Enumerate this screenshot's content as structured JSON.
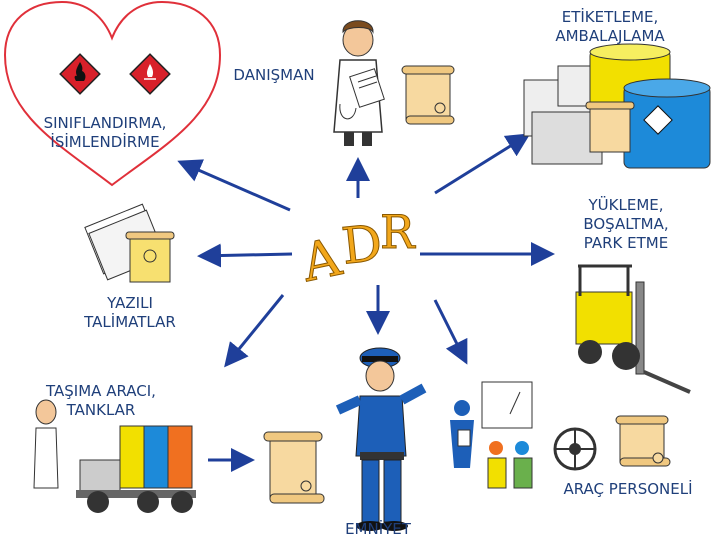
{
  "center": {
    "text": "ADR",
    "color": "#f2a71b"
  },
  "nodes": {
    "etiketleme": {
      "line1": "ETİKETLEME,",
      "line2": "AMBALAJLAMA"
    },
    "danisman": {
      "line1": "DANIŞMAN"
    },
    "siniflandirma": {
      "line1": "SINIFLANDIRMA,",
      "line2": "İSİMLENDİRME"
    },
    "yukleme": {
      "line1": "YÜKLEME,",
      "line2": "BOŞALTMA,",
      "line3": "PARK ETME"
    },
    "yazili": {
      "line1": "YAZILI",
      "line2": "TALİMATLAR"
    },
    "tasima": {
      "line1": "TAŞIMA ARACI,",
      "line2": "TANKLAR"
    },
    "personel": {
      "line1": "ARAÇ PERSONELİ"
    },
    "emniyet": {
      "line1": "EMNİYET"
    }
  },
  "colors": {
    "text": "#1f3f7a",
    "arrow": "#1f3f9a",
    "heart": "#e0303a",
    "scroll": "#f7d9a0",
    "drum_yellow": "#f2e000",
    "drum_blue": "#1d8ad9",
    "hazard_red": "#d8202a"
  },
  "icons": [
    "heart-icon",
    "flammable-label-icon",
    "consultant-icon",
    "scroll-icon",
    "drum-icon",
    "forklift-icon",
    "notebook-icon",
    "police-officer-icon",
    "tank-truck-icon",
    "presenter-icon",
    "steering-wheel-icon"
  ]
}
